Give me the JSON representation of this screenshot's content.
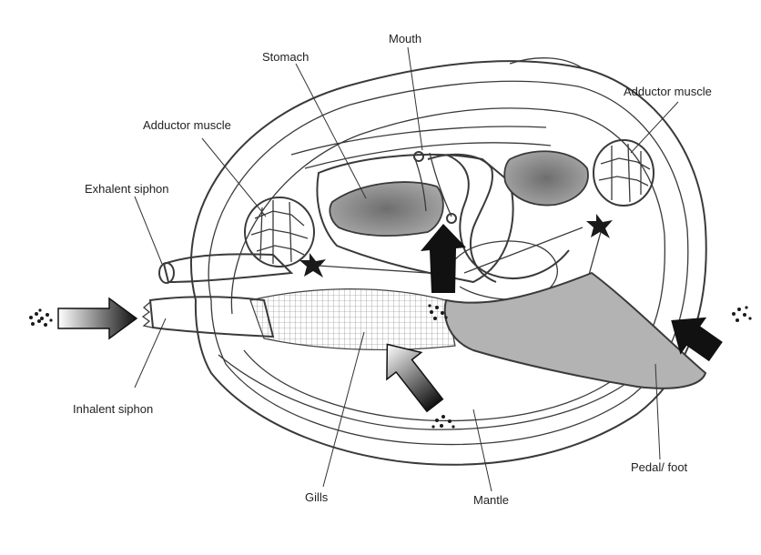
{
  "diagram": {
    "labels": {
      "mouth": "Mouth",
      "stomach": "Stomach",
      "adductor_left": "Adductor muscle",
      "adductor_right": "Adductor muscle",
      "exhalent_siphon": "Exhalent siphon",
      "inhalent_siphon": "Inhalent siphon",
      "gills": "Gills",
      "mantle": "Mantle",
      "pedal_foot": "Pedal/ foot"
    },
    "colors": {
      "shell_fill": "#f3f3f3",
      "organ_dark": "#8a8a8a",
      "foot": "#b5b5b5",
      "arrow_dark": "#111111",
      "outline": "#3a3a3a"
    }
  }
}
